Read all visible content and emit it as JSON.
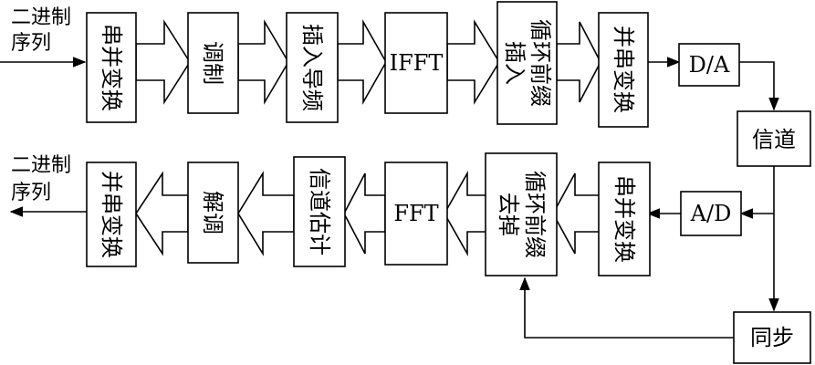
{
  "tx": {
    "input_label_line1": "二进制",
    "input_label_line2": "序列",
    "blocks": {
      "serial_to_parallel": "串并变换",
      "modulation": "调制",
      "insert_pilot": "插入导频",
      "ifft": "IFFT",
      "insert_cp_line1": "插入",
      "insert_cp_line2": "循环前缀",
      "parallel_to_serial": "并串变换",
      "dac": "D/A"
    }
  },
  "channel": {
    "label": "信道"
  },
  "rx": {
    "output_label_line1": "二进制",
    "output_label_line2": "序列",
    "blocks": {
      "adc": "A/D",
      "serial_to_parallel": "串并变换",
      "remove_cp_line1": "去掉",
      "remove_cp_line2": "循环前缀",
      "fft": "FFT",
      "channel_estimation": "信道估计",
      "demodulation": "解调",
      "parallel_to_serial": "并串变换"
    }
  },
  "sync": {
    "label": "同步"
  }
}
